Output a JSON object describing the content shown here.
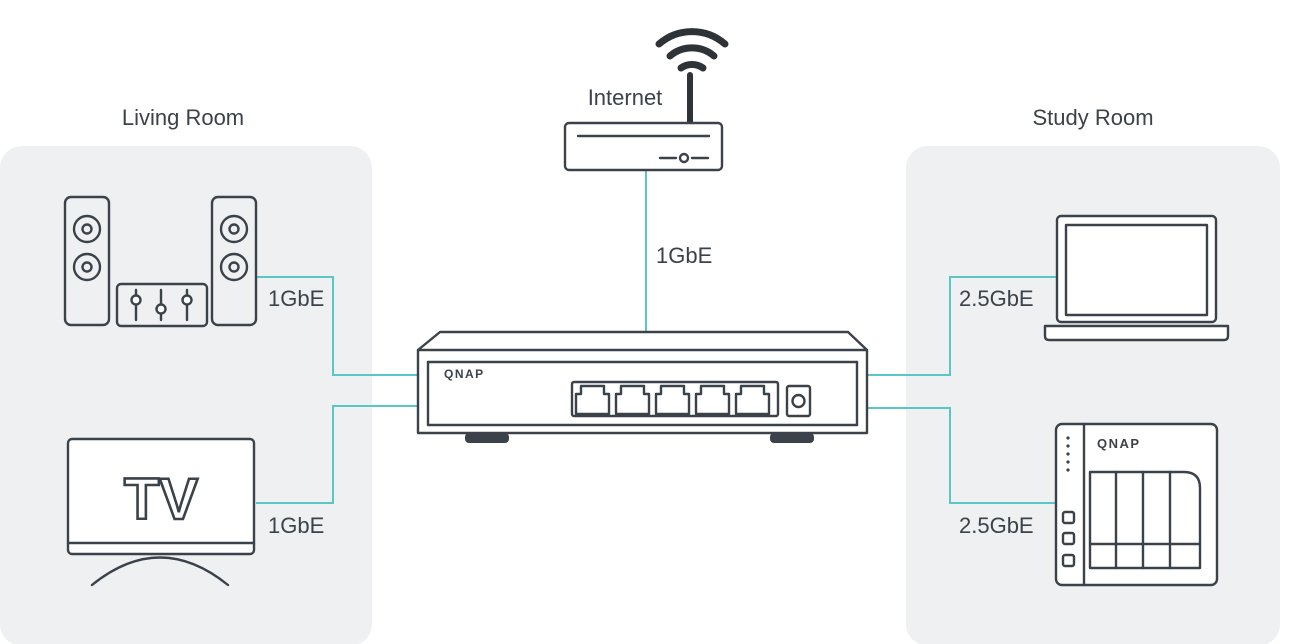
{
  "rooms": {
    "living": {
      "title": "Living Room"
    },
    "study": {
      "title": "Study Room"
    }
  },
  "router": {
    "label": "Internet",
    "link_speed": "1GbE"
  },
  "switch": {
    "brand": "QNAP",
    "port_count": 5
  },
  "links": {
    "audio": "1GbE",
    "tv": "1GbE",
    "laptop": "2.5GbE",
    "nas": "2.5GbE"
  },
  "devices": {
    "tv_text": "TV",
    "nas_brand": "QNAP"
  },
  "colors": {
    "link": "#5bc6c6",
    "device_stroke": "#3b4249",
    "panel": "#eef0f2"
  }
}
